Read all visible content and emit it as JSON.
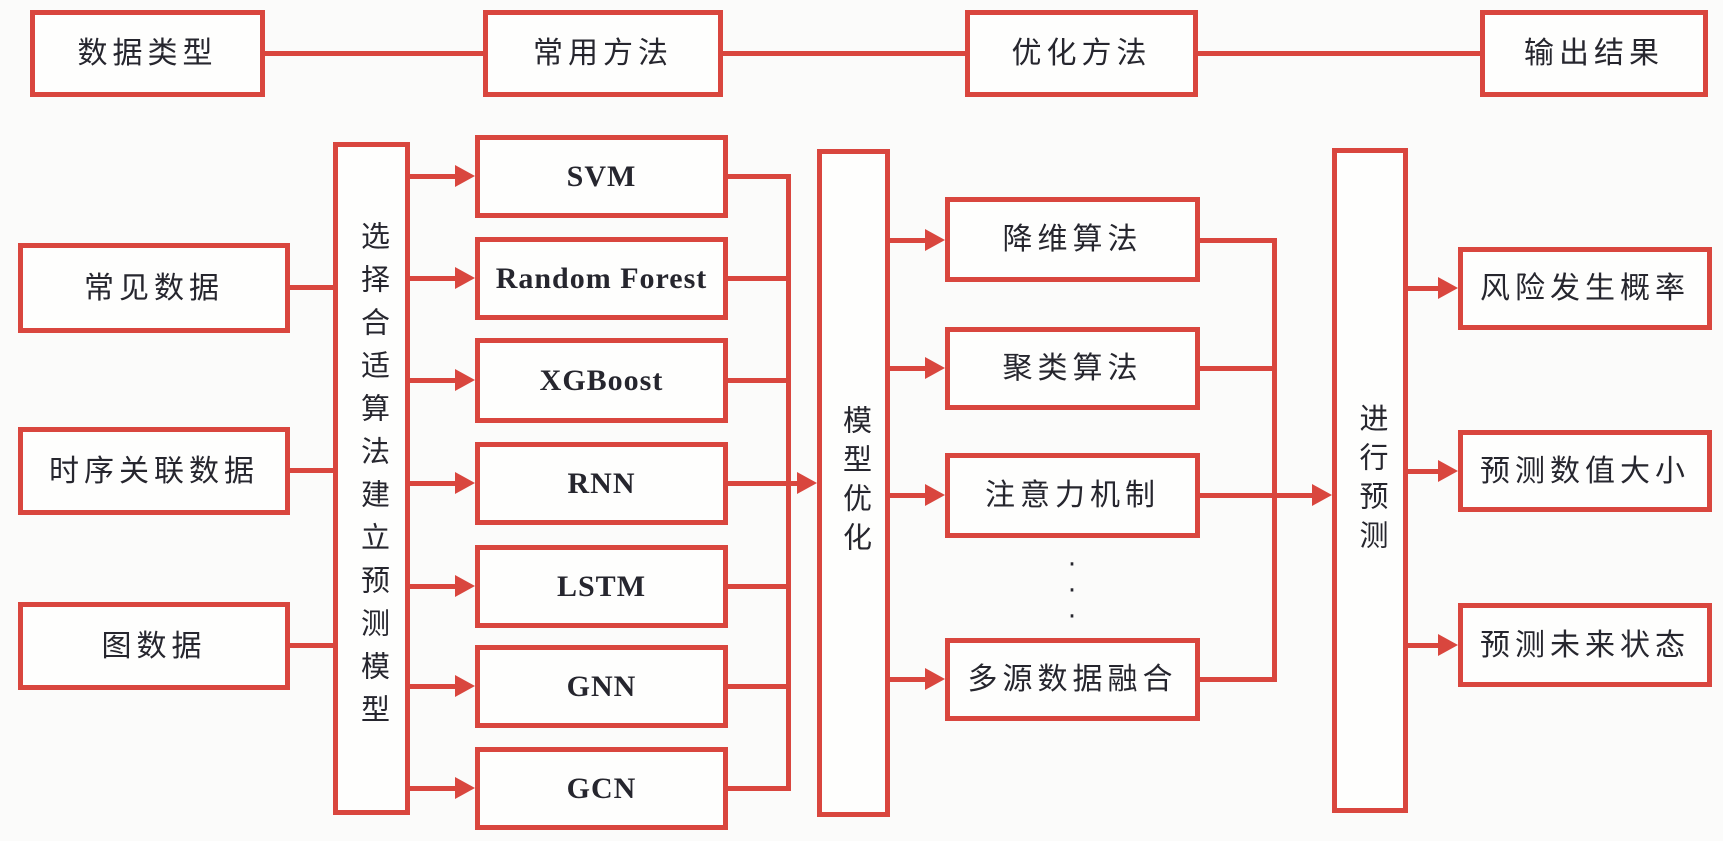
{
  "colors": {
    "accent": "#d9463e",
    "text": "#26262e",
    "background": "#fbfbfa"
  },
  "header": {
    "items": [
      "数据类型",
      "常用方法",
      "优化方法",
      "输出结果"
    ]
  },
  "data_types": {
    "items": [
      "常见数据",
      "时序关联数据",
      "图数据"
    ]
  },
  "pipeline": {
    "select_model_label": "选择合适算法建立预测模型",
    "model_optimize_label": "模型优化",
    "predict_label": "进行预测"
  },
  "methods": {
    "items": [
      "SVM",
      "Random Forest",
      "XGBoost",
      "RNN",
      "LSTM",
      "GNN",
      "GCN"
    ]
  },
  "optimizations": {
    "items": [
      "降维算法",
      "聚类算法",
      "注意力机制",
      "多源数据融合"
    ],
    "ellipsis": [
      "·",
      "·",
      "·"
    ]
  },
  "outputs": {
    "items": [
      "风险发生概率",
      "预测数值大小",
      "预测未来状态"
    ]
  }
}
